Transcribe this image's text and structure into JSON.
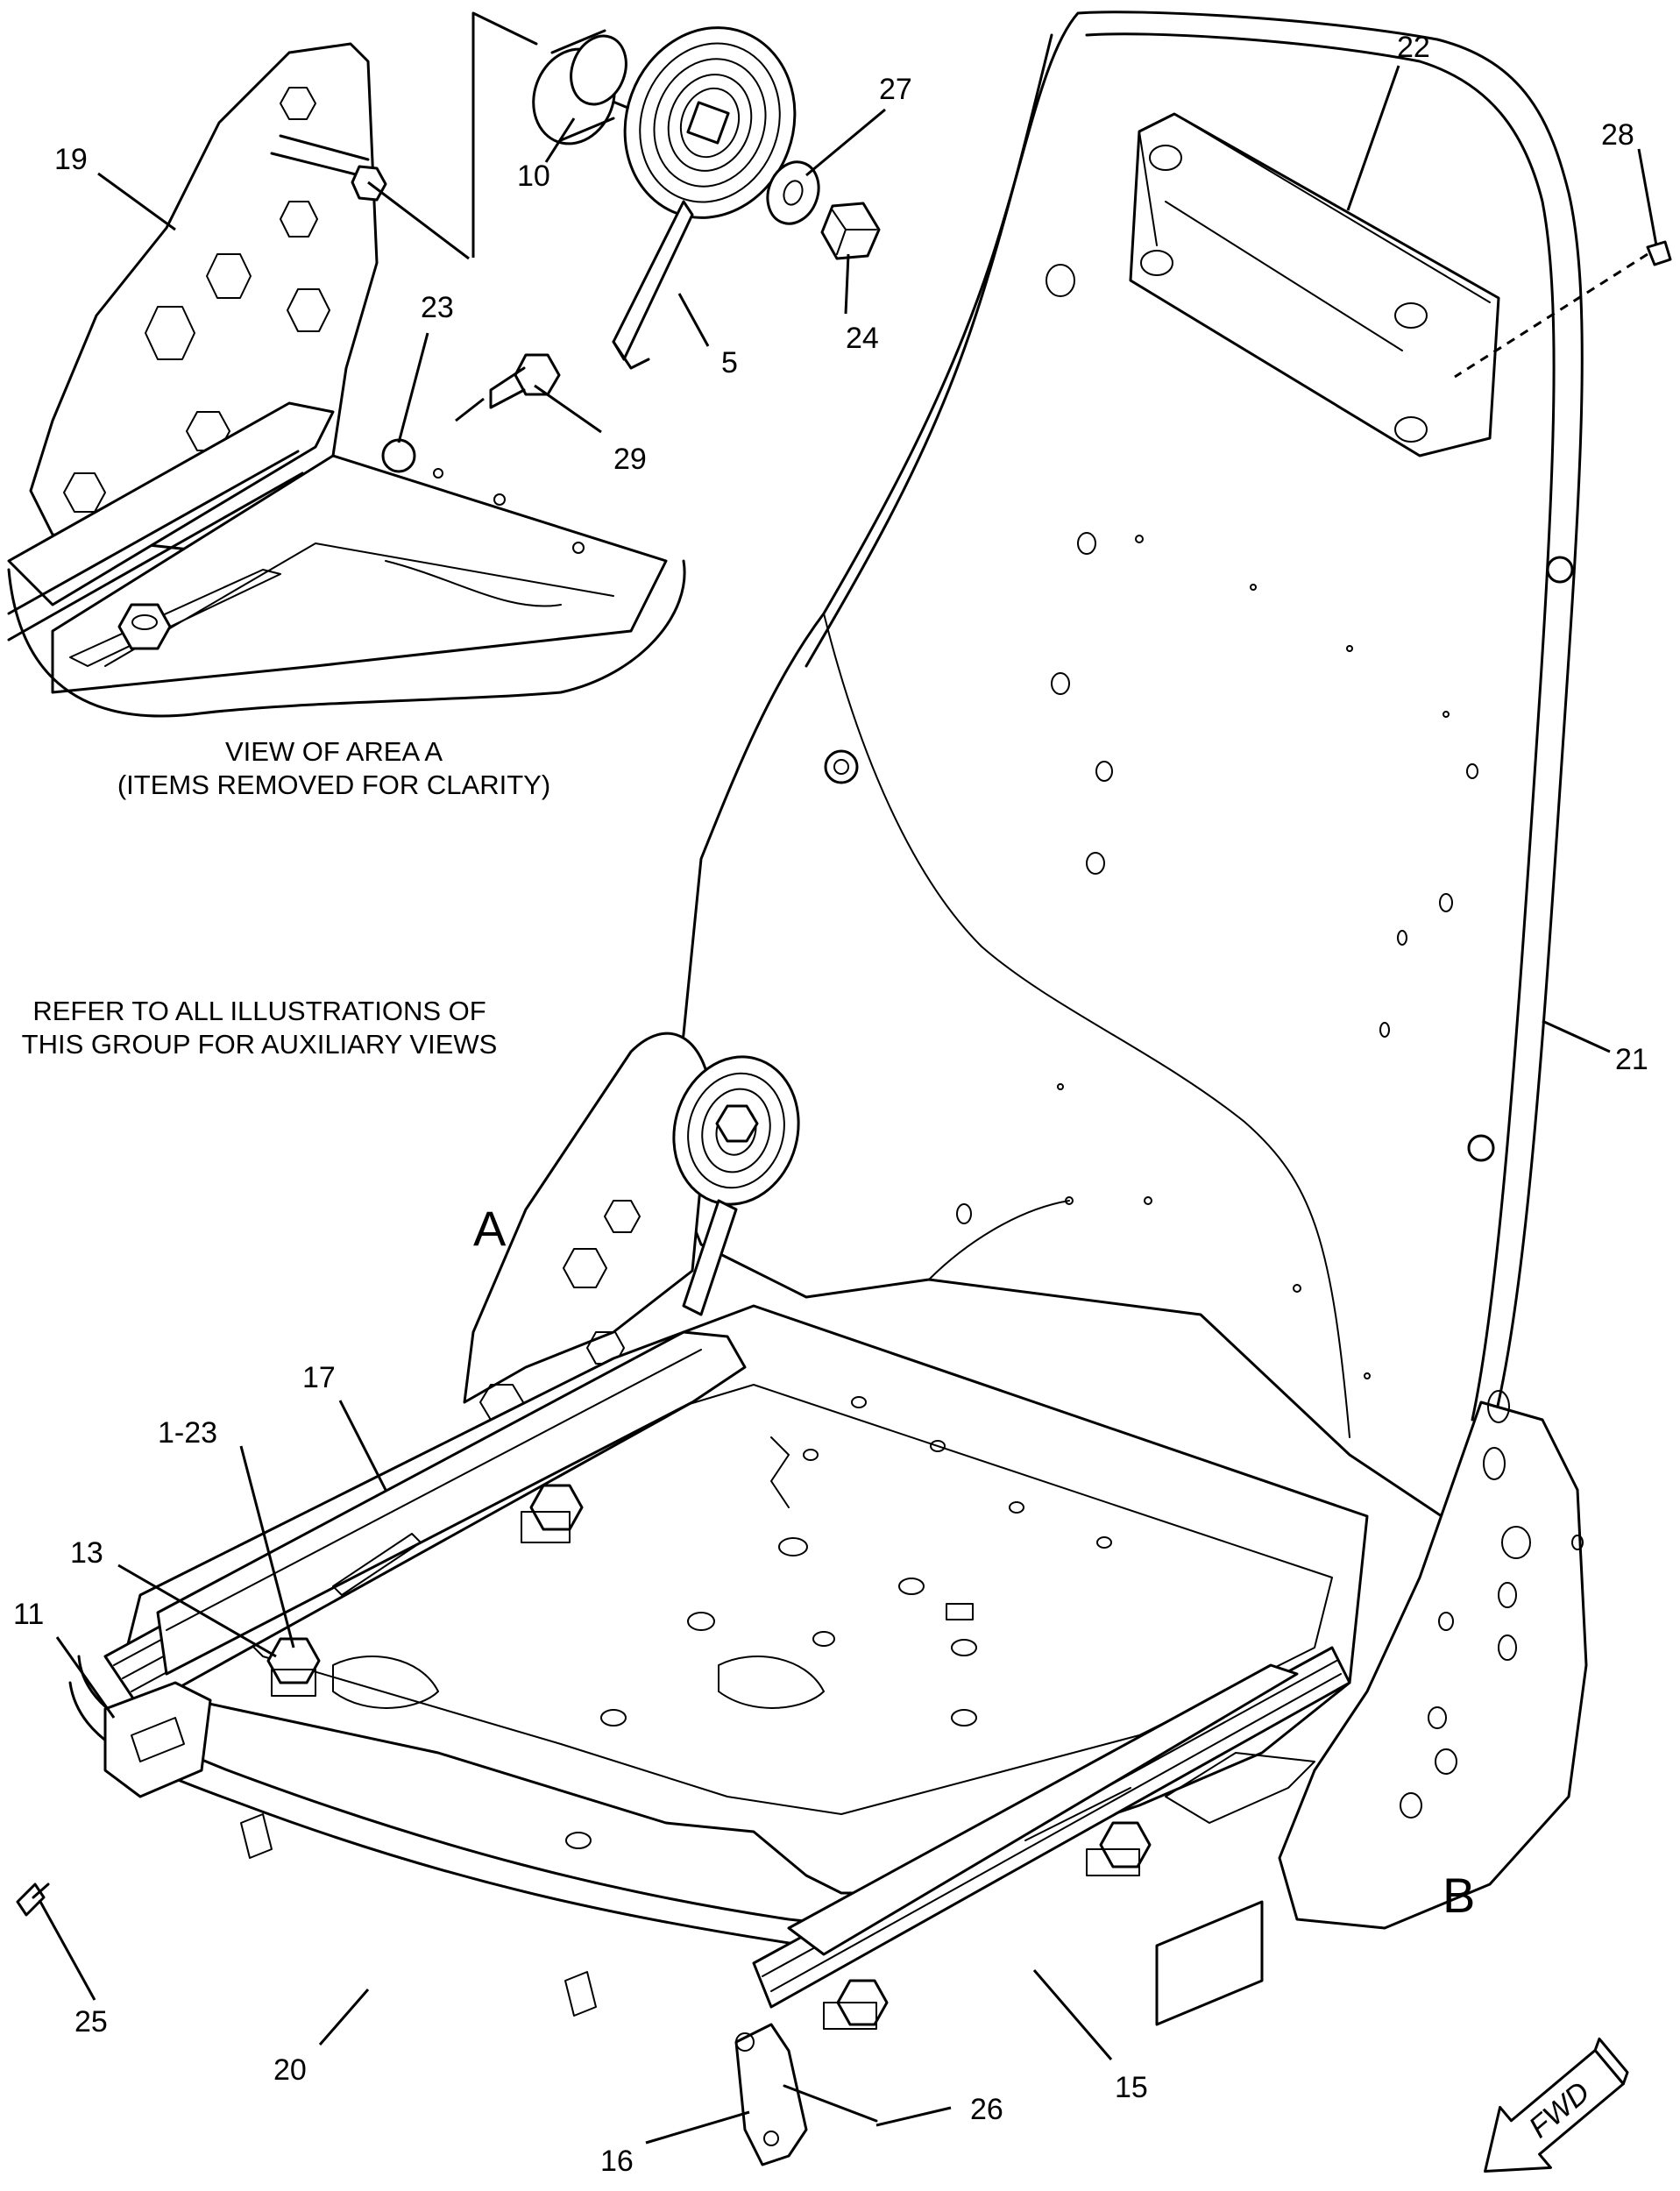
{
  "callouts": {
    "c19": "19",
    "c23": "23",
    "c10": "10",
    "c5": "5",
    "c27": "27",
    "c24": "24",
    "c29": "29",
    "c22": "22",
    "c28": "28",
    "c21": "21",
    "c17": "17",
    "c1_23": "1-23",
    "c13": "13",
    "c11": "11",
    "c25": "25",
    "c20": "20",
    "c16": "16",
    "c26": "26",
    "c15": "15"
  },
  "view_labels": {
    "area_a": "A",
    "area_b": "B"
  },
  "notes": {
    "view_area_line1": "VIEW OF AREA  A",
    "view_area_line2": "(ITEMS REMOVED FOR CLARITY)",
    "refer_line1": "REFER TO ALL ILLUSTRATIONS OF",
    "refer_line2": "THIS GROUP FOR AUXILIARY VIEWS"
  },
  "direction_arrow": {
    "label": "FWD"
  }
}
